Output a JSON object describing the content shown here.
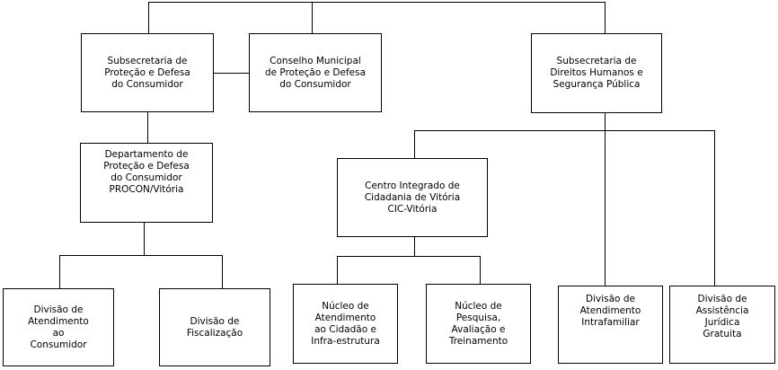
{
  "diagram": {
    "boxes": {
      "sub_protecao": "Subsecretaria de\nProteção e Defesa\ndo Consumidor",
      "conselho": "Conselho Municipal\nde Proteção e Defesa\ndo Consumidor",
      "sub_direitos": "Subsecretaria de\nDireitos Humanos e\nSegurança Pública",
      "procon": "Departamento de\nProteção e Defesa\ndo Consumidor\nPROCON/Vitória",
      "cic": "Centro Integrado de\nCidadania de Vitória\nCIC-Vitória",
      "div_atendimento_consumidor": "Divisão de\nAtendimento\nao\nConsumidor",
      "div_fiscalizacao": "Divisão de\nFiscalização",
      "nucleo_atendimento": "Núcleo de\nAtendimento\nao Cidadão e\nInfra-estrutura",
      "nucleo_pesquisa": "Núcleo de\nPesquisa,\nAvaliação e\nTreinamento",
      "div_intrafamiliar": "Divisão de\nAtendimento\nIntrafamiliar",
      "div_assistencia": "Divisão de\nAssistência\nJurídica\nGratuita"
    },
    "colors": {
      "line": "#000000",
      "box_border": "#000000",
      "box_fill": "#ffffff",
      "text": "#000000"
    }
  }
}
